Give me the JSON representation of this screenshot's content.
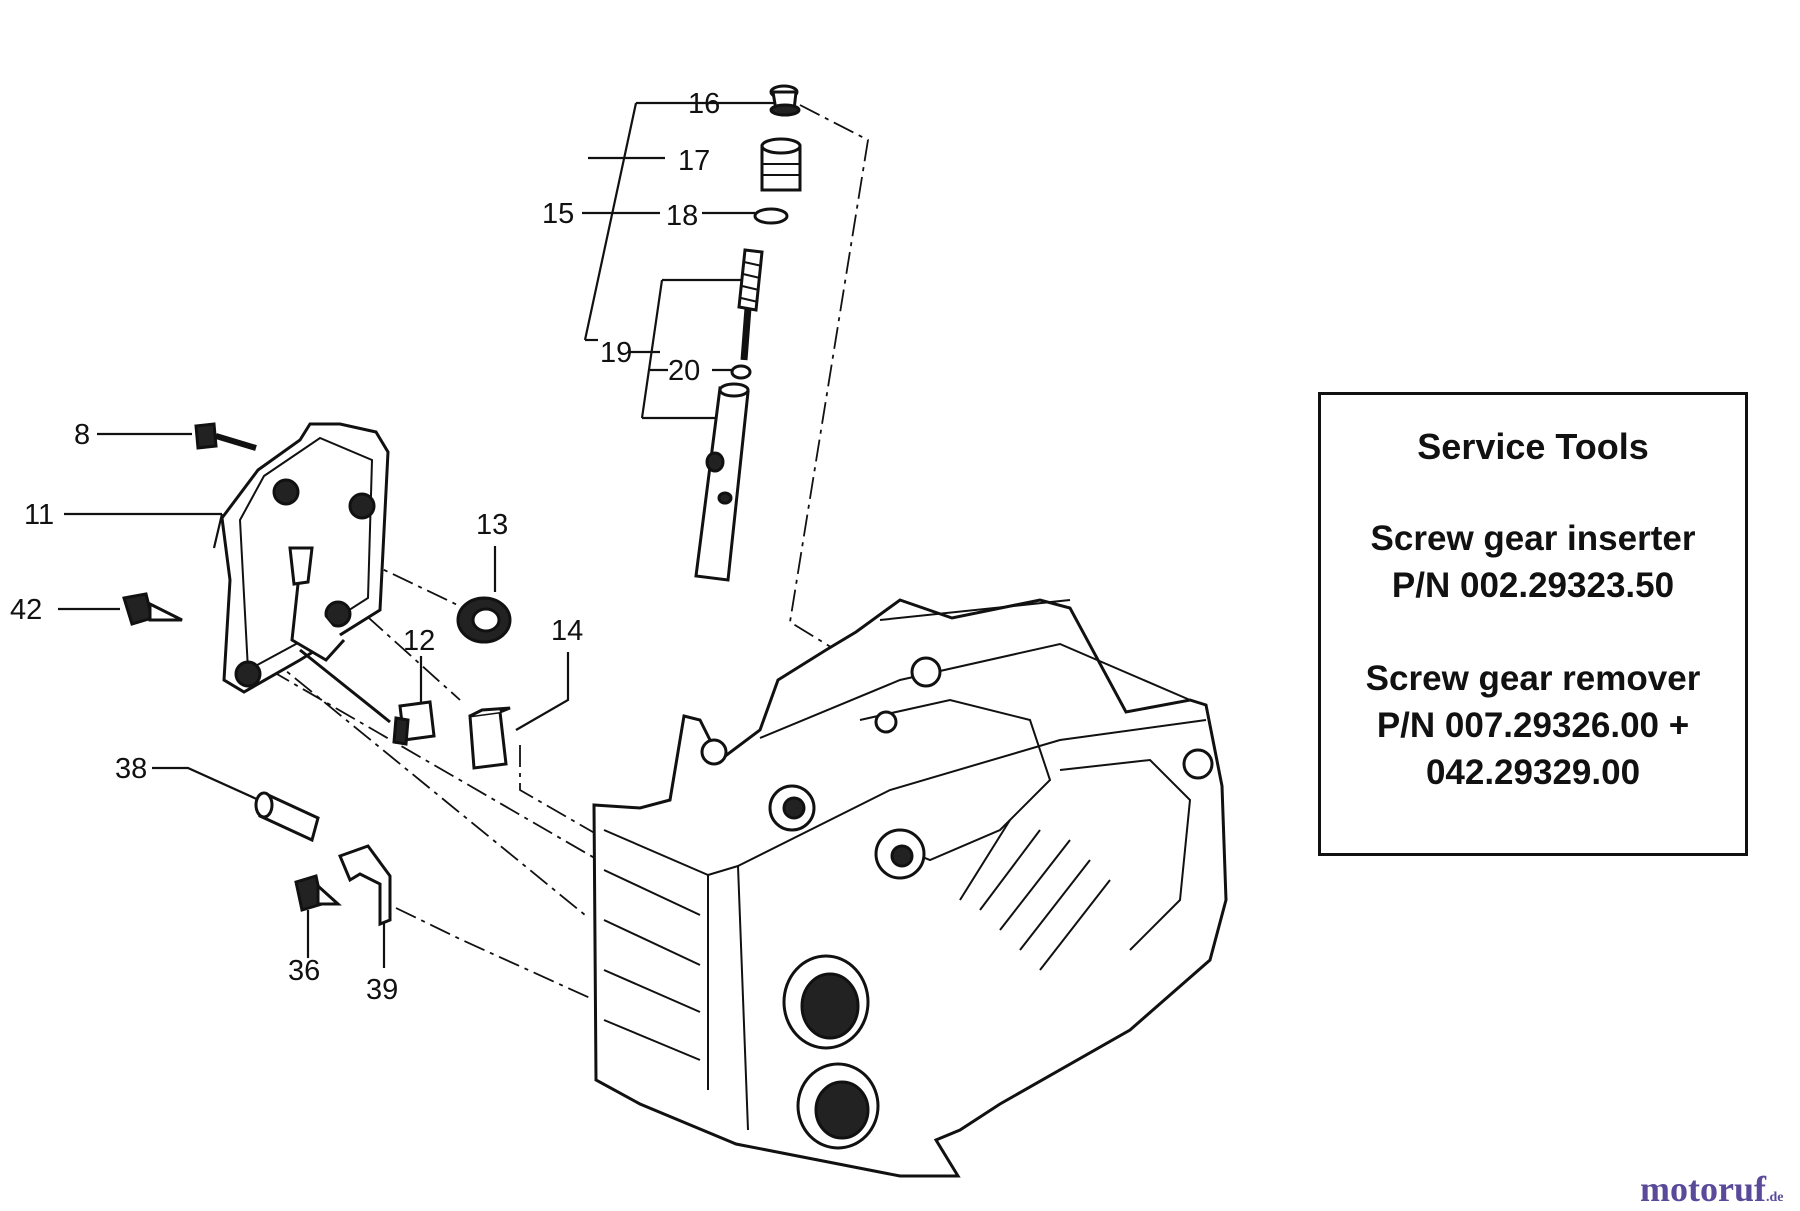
{
  "labels": {
    "p8": "8",
    "p11": "11",
    "p12": "12",
    "p13": "13",
    "p14": "14",
    "p15": "15",
    "p16": "16",
    "p17": "17",
    "p18": "18",
    "p19": "19",
    "p20": "20",
    "p36": "36",
    "p38": "38",
    "p39": "39",
    "p42": "42"
  },
  "service_tools": {
    "title": "Service Tools",
    "inserter_name": "Screw gear inserter",
    "inserter_pn": "P/N 002.29323.50",
    "remover_name": "Screw gear remover",
    "remover_pn_1": "P/N 007.29326.00 +",
    "remover_pn_2": "042.29329.00"
  },
  "watermark": {
    "brand": "motoruf",
    "suffix": ".de"
  },
  "colors": {
    "ink": "#111111",
    "watermark": "#5b4a9a"
  }
}
